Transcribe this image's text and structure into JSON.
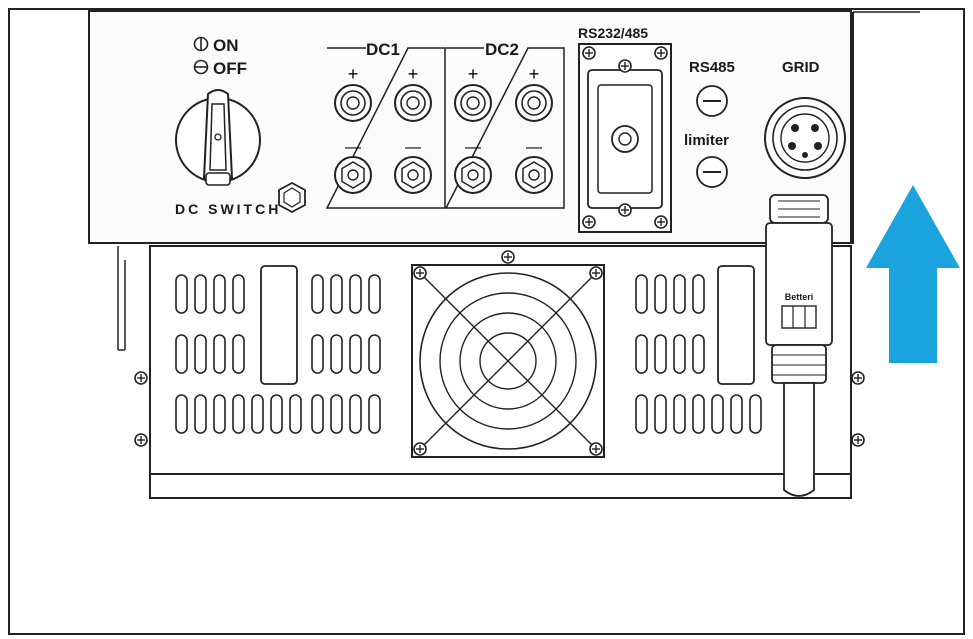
{
  "labels": {
    "switch_on": "ON",
    "switch_off": "OFF",
    "dc_switch": "DC SWITCH",
    "dc1": "DC1",
    "dc2": "DC2",
    "plus": "+",
    "minus": "—",
    "rs232_485": "RS232/485",
    "rs485": "RS485",
    "limiter": "limiter",
    "grid": "GRID",
    "connector_brand": "Betteri"
  },
  "colors": {
    "arrow": "#1ba3de",
    "line": "#1a1a1a",
    "panel_fill": "#fbfbfb"
  },
  "icons": {
    "direction": "arrow-up-icon",
    "fan": "fan-guard-icon",
    "dc_switch": "rotary-switch-icon"
  }
}
